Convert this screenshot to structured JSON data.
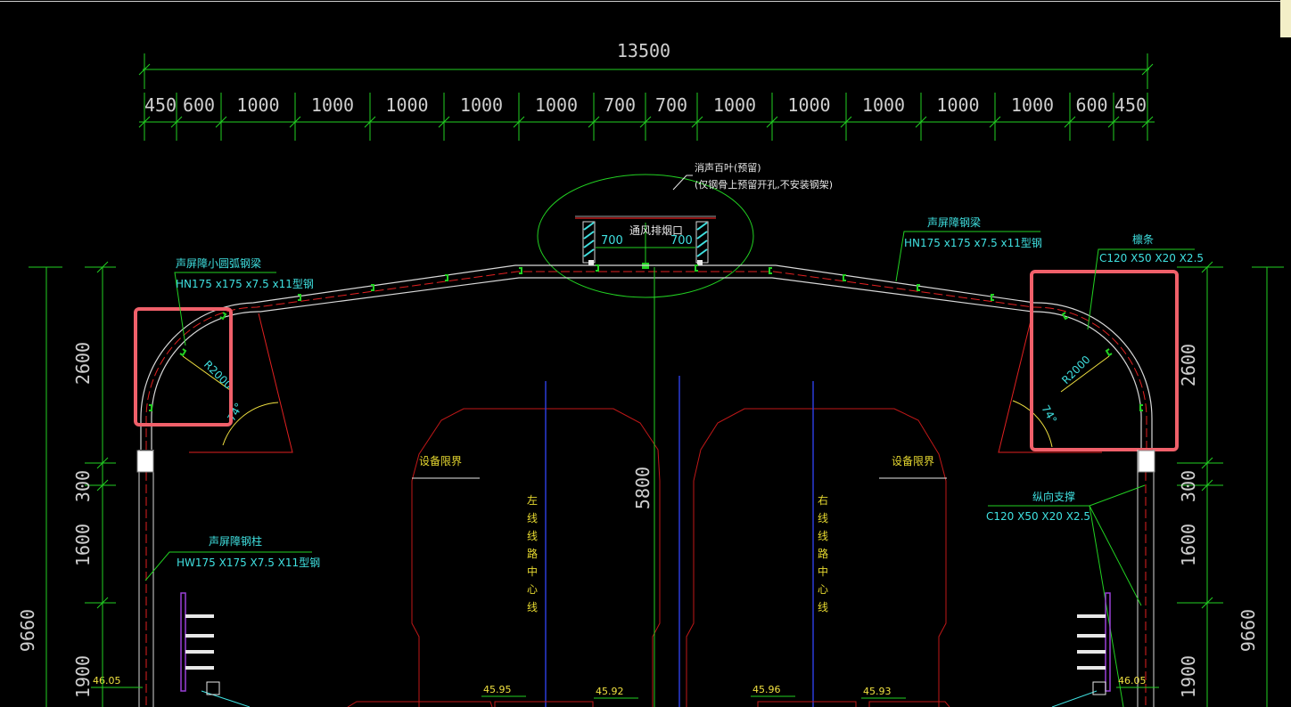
{
  "drawing": {
    "overall_width": "13500",
    "segments": [
      "450",
      "600",
      "1000",
      "1000",
      "1000",
      "1000",
      "1000",
      "700",
      "700",
      "1000",
      "1000",
      "1000",
      "1000",
      "1000",
      "600",
      "450"
    ],
    "left_vertical_dims": [
      "2600",
      "300",
      "1600",
      "1900"
    ],
    "right_vertical_dims": [
      "2600",
      "300",
      "1600",
      "1900"
    ],
    "total_height_left": "9660",
    "total_height_right": "9660",
    "center_height": "5800",
    "vent_note_line1": "消声百叶(预留)",
    "vent_note_line2": "(仅钢骨上预留开孔,不安装钢架)",
    "vent_label": "通风排烟口",
    "vent_dim_left": "700",
    "vent_dim_right": "700",
    "beam_label_right_line1": "声屏障钢梁",
    "beam_label_right_line2": "HN175 x175 x7.5 x11型钢",
    "purlin_label_line1": "檩条",
    "purlin_label_line2": "C120 X50 X20 X2.5",
    "arc_beam_label_line1": "声屏障小圆弧钢梁",
    "arc_beam_label_line2": "HN175 x175 x7.5 x11型钢",
    "radius_left": "R2000",
    "radius_right": "R2000",
    "angle_left": "74°",
    "angle_right": "74°",
    "clearance_left": "设备限界",
    "clearance_right": "设备限界",
    "left_track_center": [
      "左",
      "线",
      "线",
      "路",
      "中",
      "心",
      "线"
    ],
    "right_track_center": [
      "右",
      "线",
      "线",
      "路",
      "中",
      "心",
      "线"
    ],
    "column_label_line1": "声屏障钢柱",
    "column_label_line2": "HW175 X175 X7.5 X11型钢",
    "brace_label_line1": "纵向支撑",
    "brace_label_line2": "C120 X50 X20 X2.5",
    "elevations": [
      "46.05",
      "45.95",
      "45.92",
      "45.96",
      "45.93",
      "46.05"
    ]
  },
  "colors": {
    "background": "#000000",
    "dimension_line": "#22d022",
    "dimension_text": "#cfcfcf",
    "structure": "#d8d8d8",
    "red_line": "#e02020",
    "clearance": "#c01818",
    "cyan_text": "#3fe0e0",
    "yellow_text": "#f0e040",
    "highlight_box": "#f0606a",
    "blue_line": "#2a3cd8",
    "purple": "#9a40d8"
  }
}
